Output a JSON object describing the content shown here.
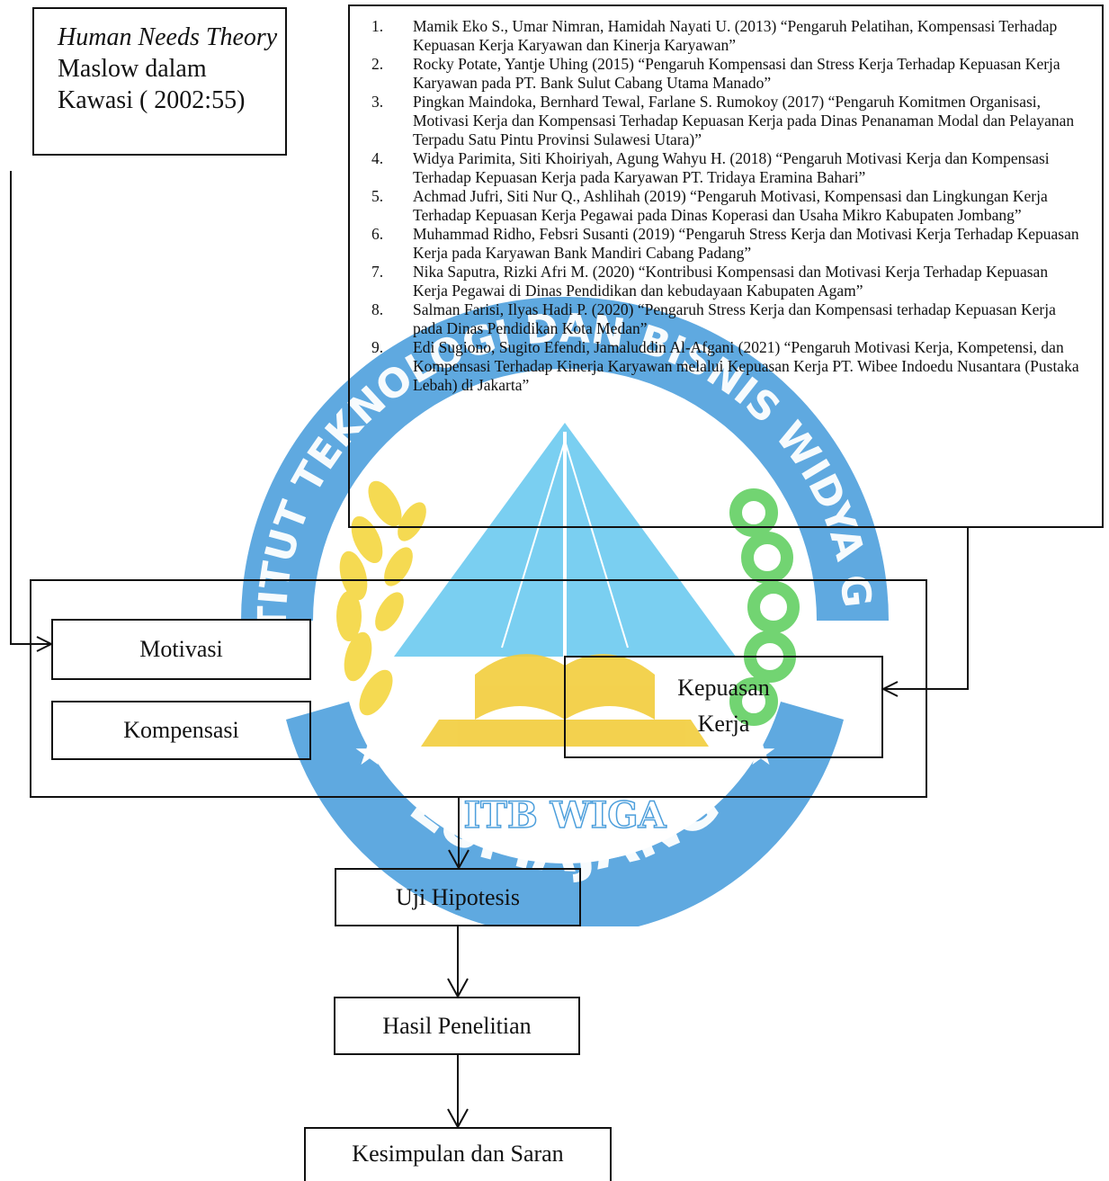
{
  "theory": {
    "title_italic": "Human Needs Theory",
    "line2": "Maslow dalam",
    "line3": "Kawasi ( 2002:55)"
  },
  "references": [
    {
      "num": "1.",
      "text": "Mamik Eko S., Umar Nimran, Hamidah Nayati U. (2013) “Pengaruh Pelatihan, Kompensasi Terhadap Kepuasan Kerja Karyawan dan Kinerja Karyawan”"
    },
    {
      "num": "2.",
      "text": "Rocky Potate, Yantje Uhing (2015) “Pengaruh Kompensasi dan Stress Kerja Terhadap Kepuasan Kerja Karyawan pada PT. Bank Sulut Cabang Utama Manado”"
    },
    {
      "num": "3.",
      "text": "Pingkan Maindoka, Bernhard Tewal, Farlane S. Rumokoy (2017) “Pengaruh Komitmen Organisasi, Motivasi Kerja dan Kompensasi Terhadap Kepuasan Kerja pada Dinas Penanaman Modal dan Pelayanan Terpadu Satu Pintu Provinsi Sulawesi Utara)”"
    },
    {
      "num": "4.",
      "text": "Widya Parimita, Siti Khoiriyah, Agung Wahyu H. (2018) “Pengaruh Motivasi Kerja dan Kompensasi Terhadap Kepuasan Kerja pada Karyawan PT. Tridaya Eramina Bahari”"
    },
    {
      "num": "5.",
      "text": "Achmad Jufri, Siti Nur Q., Ashlihah (2019) “Pengaruh Motivasi, Kompensasi dan Lingkungan Kerja Terhadap Kepuasan Kerja Pegawai pada Dinas Koperasi dan Usaha Mikro Kabupaten Jombang”"
    },
    {
      "num": "6.",
      "text": "Muhammad Ridho, Febsri Susanti (2019) “Pengaruh Stress Kerja dan Motivasi Kerja Terhadap Kepuasan Kerja pada Karyawan Bank Mandiri Cabang Padang”"
    },
    {
      "num": "7.",
      "text": "Nika Saputra, Rizki Afri M. (2020) “Kontribusi Kompensasi dan Motivasi Kerja Terhadap Kepuasan Kerja Pegawai di Dinas Pendidikan dan kebudayaan Kabupaten Agam”"
    },
    {
      "num": "8.",
      "text": "Salman Farisi, Ilyas Hadi P. (2020) “Pengaruh Stress Kerja dan Kompensasi terhadap Kepuasan Kerja pada Dinas Pendidikan Kota Medan”"
    },
    {
      "num": "9.",
      "text": "Edi Sugiono, Sugito Efendi, Jamaluddin Al-Afgani (2021) “Pengaruh Motivasi Kerja, Kompetensi, dan Kompensasi Terhadap Kinerja Karyawan melalui Kepuasan Kerja PT. Wibee Indoedu Nusantara (Pustaka Lebah) di Jakarta”"
    }
  ],
  "variables": {
    "motivasi": "Motivasi",
    "kompensasi": "Kompensasi",
    "kepuasan_line1": "Kepuasan",
    "kepuasan_line2": "Kerja"
  },
  "steps": {
    "uji": "Uji Hipotesis",
    "hasil": "Hasil Penelitian",
    "kesimpulan": "Kesimpulan dan Saran"
  },
  "watermark": {
    "top_text": "INSTITUT TEKNOLOGI DAN BISNIS WIDYA GAMA",
    "bottom_text": "LUMAJANG",
    "inner_text": "ITB WIGA",
    "colors": {
      "ring": "#2f8fd6",
      "ring_text": "#ffffff",
      "rice": "#f2cf1f",
      "cotton": "#3cc43c",
      "mountain": "#2fb4ea",
      "book": "#f0c419"
    }
  }
}
